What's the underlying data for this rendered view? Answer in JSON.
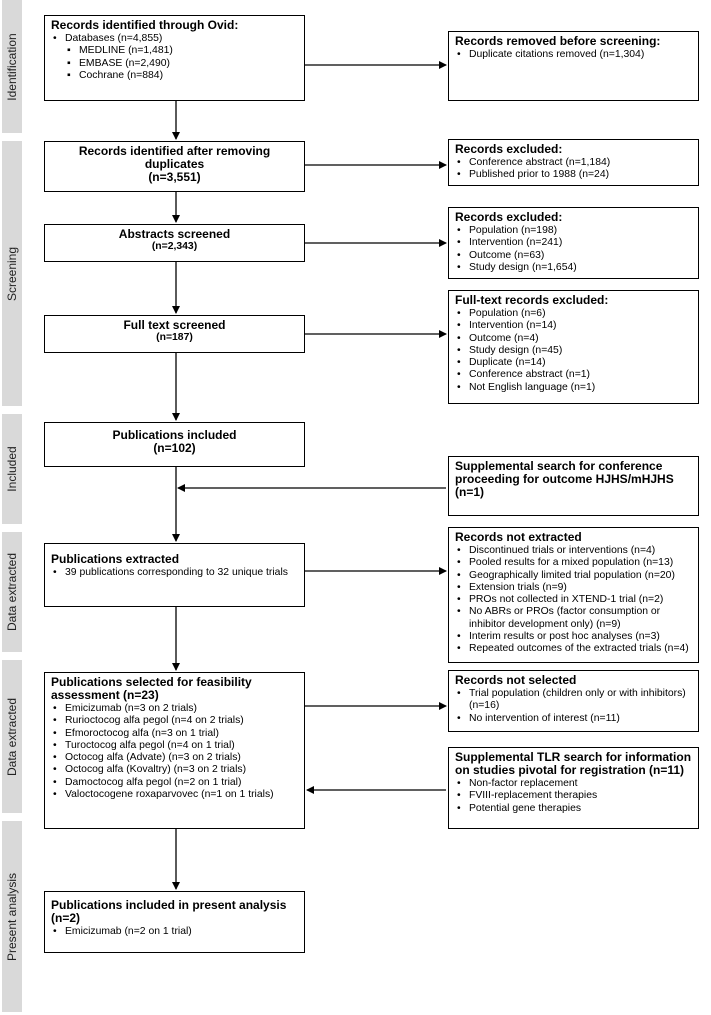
{
  "stages": {
    "identification": "Identification",
    "screening": "Screening",
    "included": "Included",
    "data_extracted_1": "Data extracted",
    "data_extracted_2": "Data extracted",
    "present_analysis": "Present analysis"
  },
  "identified": {
    "title": "Records identified through Ovid:",
    "items": [
      "Databases (n=4,855)",
      "MEDLINE (n=1,481)",
      "EMBASE (n=2,490)",
      "Cochrane (n=884)"
    ]
  },
  "removed": {
    "title": "Records removed before screening:",
    "items": [
      "Duplicate citations removed (n=1,304)"
    ]
  },
  "after_dup": {
    "title": "Records identified after removing duplicates",
    "count": "(n=3,551)"
  },
  "excluded1": {
    "title": "Records excluded:",
    "items": [
      "Conference abstract (n=1,184)",
      "Published prior to 1988 (n=24)"
    ]
  },
  "abstracts": {
    "title": "Abstracts screened",
    "count": "(n=2,343)"
  },
  "excluded2": {
    "title": "Records excluded:",
    "items": [
      "Population (n=198)",
      "Intervention (n=241)",
      "Outcome (n=63)",
      "Study design (n=1,654)"
    ]
  },
  "fulltext": {
    "title": "Full text screened",
    "count": "(n=187)"
  },
  "ft_excluded": {
    "title": "Full-text records excluded:",
    "items": [
      "Population (n=6)",
      "Intervention (n=14)",
      "Outcome (n=4)",
      "Study design (n=45)",
      "Duplicate (n=14)",
      "Conference abstract (n=1)",
      "Not English language (n=1)"
    ]
  },
  "included": {
    "title": "Publications included",
    "count": "(n=102)"
  },
  "supp1": {
    "title": "Supplemental search for conference proceeding for outcome HJHS/mHJHS (n=1)"
  },
  "extracted": {
    "title": "Publications extracted",
    "items": [
      "39 publications corresponding to 32 unique trials"
    ]
  },
  "not_extracted": {
    "title": "Records not extracted",
    "items": [
      "Discontinued trials or interventions (n=4)",
      "Pooled results for a mixed population (n=13)",
      "Geographically limited trial population (n=20)",
      "Extension trials (n=9)",
      "PROs not collected in XTEND-1 trial (n=2)",
      "No ABRs or PROs (factor consumption or inhibitor development only) (n=9)",
      "Interim results or post hoc analyses (n=3)",
      "Repeated outcomes of the extracted trials (n=4)"
    ]
  },
  "feasibility": {
    "title": "Publications selected for feasibility assessment (n=23)",
    "items": [
      "Emicizumab (n=3 on 2 trials)",
      "Rurioctocog alfa pegol (n=4 on 2 trials)",
      "Efmoroctocog alfa (n=3 on 1 trial)",
      "Turoctocog alfa pegol (n=4 on 1 trial)",
      "Octocog alfa (Advate) (n=3 on 2 trials)",
      "Octocog alfa (Kovaltry) (n=3 on 2 trials)",
      "Damoctocog alfa pegol (n=2 on 1 trial)",
      "Valoctocogene roxaparvovec (n=1 on 1 trials)"
    ]
  },
  "not_selected": {
    "title": "Records not selected",
    "items": [
      "Trial population (children only or with inhibitors) (n=16)",
      "No intervention of interest (n=11)"
    ]
  },
  "supp_tlr": {
    "title": "Supplemental TLR search for information on studies pivotal for registration (n=11)",
    "items": [
      "Non-factor replacement",
      "FVIII-replacement therapies",
      "Potential gene therapies"
    ]
  },
  "present": {
    "title": "Publications included in present analysis (n=2)",
    "items": [
      "Emicizumab (n=2 on 1 trial)"
    ]
  }
}
